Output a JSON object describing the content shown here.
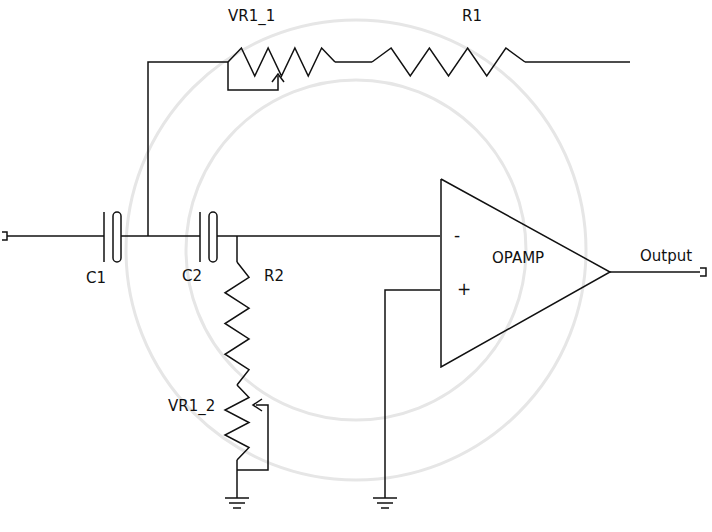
{
  "diagram": {
    "nodes": [
      {
        "text": [
          "-",
          "OPAMP",
          "+"
        ]
      }
    ],
    "labels": [
      "VR1_1",
      "R1",
      "C1",
      "C2",
      "R2",
      "VR1_2",
      "Output"
    ]
  }
}
